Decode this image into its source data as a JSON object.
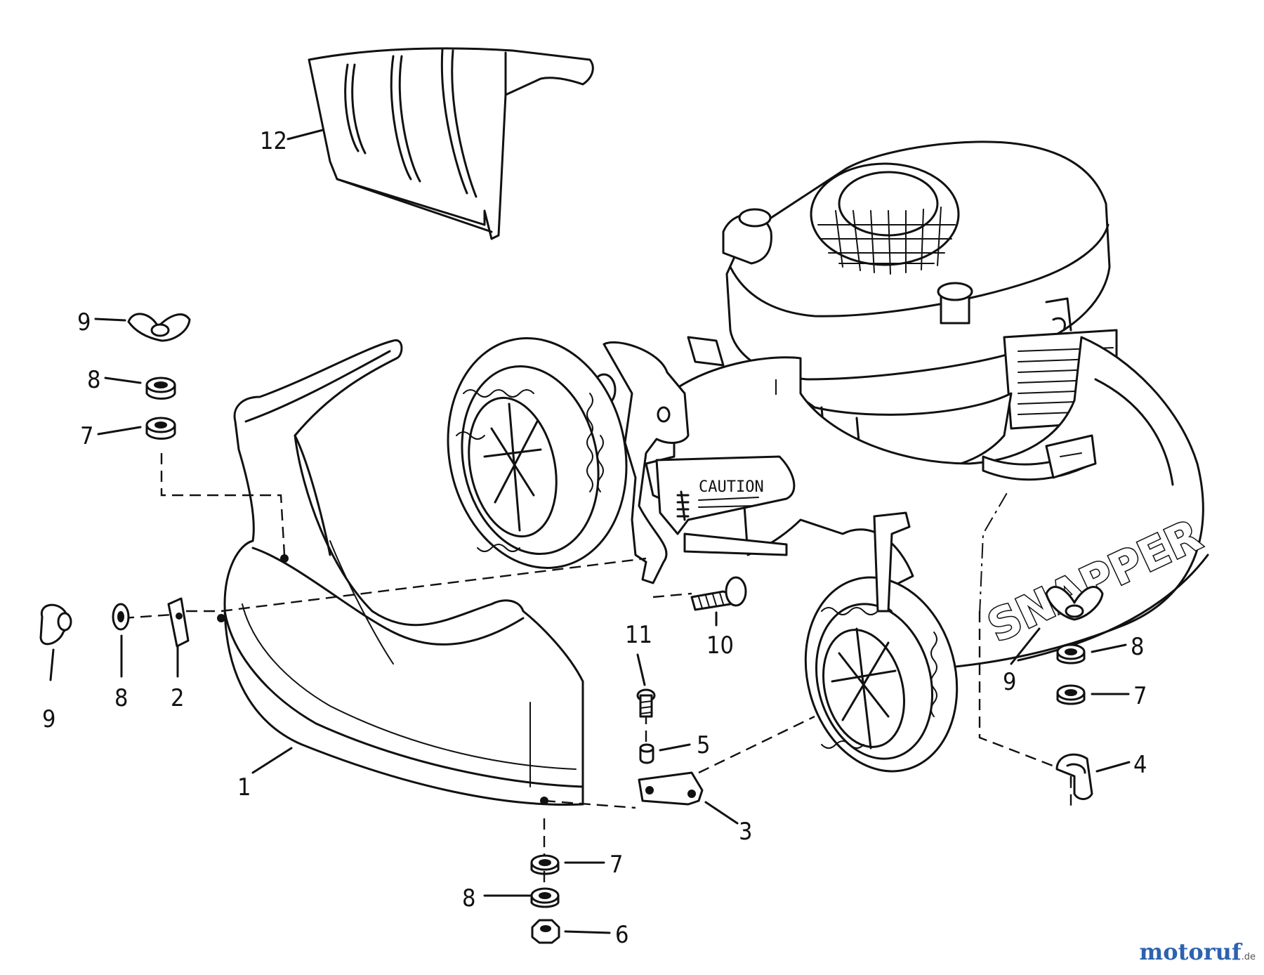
{
  "diagram": {
    "callouts": [
      {
        "id": "c12",
        "label": "12"
      },
      {
        "id": "c9a",
        "label": "9"
      },
      {
        "id": "c8a",
        "label": "8"
      },
      {
        "id": "c7a",
        "label": "7"
      },
      {
        "id": "c9b",
        "label": "9"
      },
      {
        "id": "c8b",
        "label": "8"
      },
      {
        "id": "c2",
        "label": "2"
      },
      {
        "id": "c1",
        "label": "1"
      },
      {
        "id": "c10",
        "label": "10"
      },
      {
        "id": "c11",
        "label": "11"
      },
      {
        "id": "c5",
        "label": "5"
      },
      {
        "id": "c3",
        "label": "3"
      },
      {
        "id": "c7b",
        "label": "7"
      },
      {
        "id": "c8c",
        "label": "8"
      },
      {
        "id": "c6",
        "label": "6"
      },
      {
        "id": "c9c",
        "label": "9"
      },
      {
        "id": "c8d",
        "label": "8"
      },
      {
        "id": "c7c",
        "label": "7"
      },
      {
        "id": "c4",
        "label": "4"
      }
    ],
    "deck_text": "SNAPPER",
    "caution_text": "CAUTION"
  },
  "watermark": {
    "brand": "motoruf",
    "tld": ".de"
  }
}
